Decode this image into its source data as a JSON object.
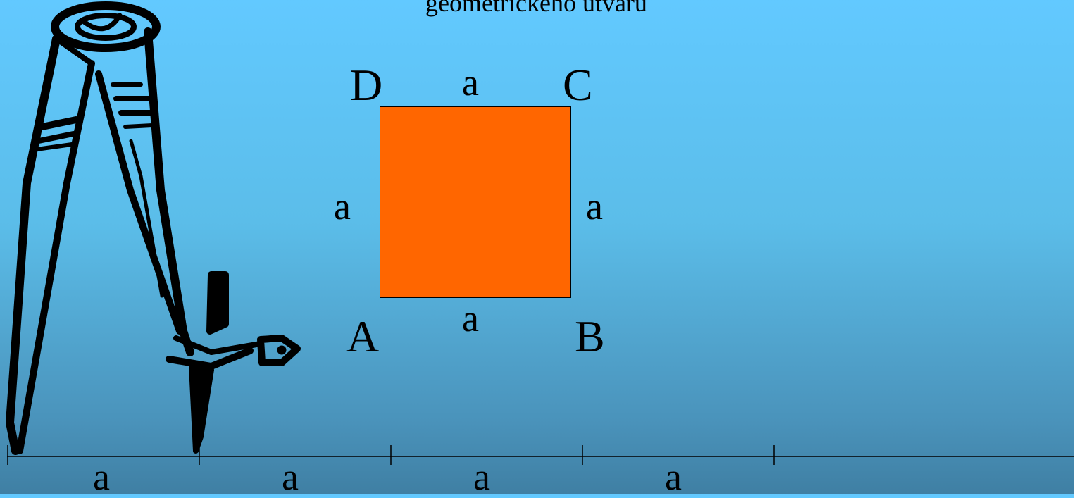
{
  "title": "geometrického útvaru",
  "square": {
    "fill": "#ff6600",
    "vertices": {
      "A": "A",
      "B": "B",
      "C": "C",
      "D": "D"
    },
    "sides": {
      "top": "a",
      "bottom": "a",
      "left": "a",
      "right": "a"
    }
  },
  "ruler": {
    "segment_labels": [
      "a",
      "a",
      "a",
      "a"
    ]
  },
  "icons": {
    "compass": "drawing-compass-icon"
  },
  "colors": {
    "background_top": "#62c9ff",
    "background_bottom": "#3f7fa3",
    "square_fill": "#ff6600"
  }
}
